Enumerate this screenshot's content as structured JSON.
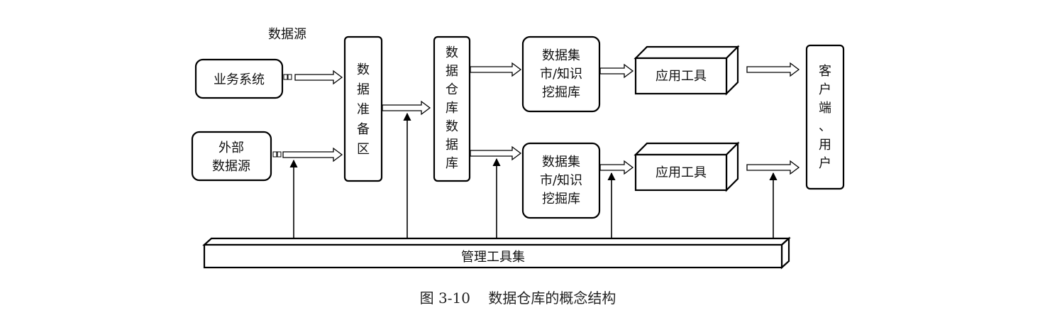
{
  "diagram": {
    "source_group_label": "数据源",
    "business_system": "业务系统",
    "external_source": [
      "外部",
      "数据源"
    ],
    "staging_area": [
      "数",
      "据",
      "准",
      "备",
      "区"
    ],
    "warehouse": [
      "数",
      "据",
      "仓",
      "库",
      "数",
      "据",
      "库"
    ],
    "mart_top": [
      "数据集",
      "市/知识",
      "挖掘库"
    ],
    "mart_bottom": [
      "数据集",
      "市/知识",
      "挖掘库"
    ],
    "app_tool_top": "应用工具",
    "app_tool_bottom": "应用工具",
    "client_user": [
      "客",
      "户",
      "端",
      "、",
      "用",
      "户"
    ],
    "management_tools": "管理工具集"
  },
  "caption": "图 3-10    数据仓库的概念结构"
}
